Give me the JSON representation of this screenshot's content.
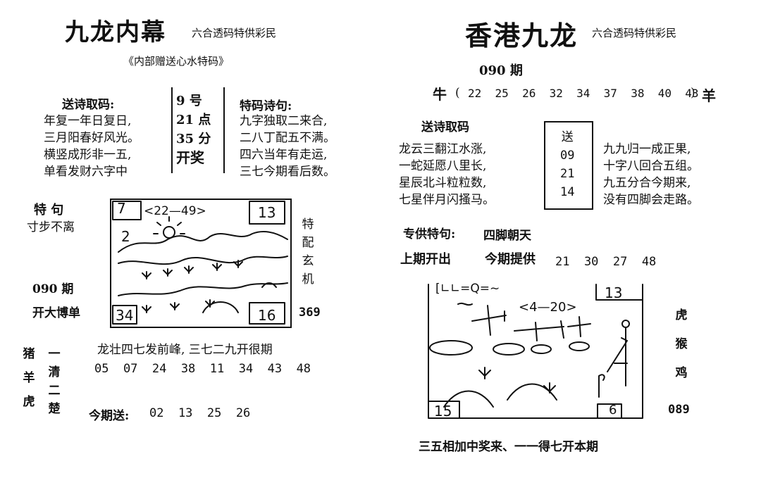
{
  "left": {
    "title": "九龙内幕",
    "tagline": "六合透码特供彩民",
    "subtitle": "《内部赠送心水特码》",
    "poem_heading": "送诗取码:",
    "poem_lines": [
      "年复一年日复日,",
      "三月阳春好风光。",
      "横竖成形非一五,",
      "单看发财六字中"
    ],
    "draw_time": [
      "9 号",
      "21 点",
      "35 分",
      "开奖"
    ],
    "special_heading": "特码诗句:",
    "special_lines": [
      "九字独取二来合,",
      "二八丁配五不满。",
      "四六当年有走运,",
      "三七今期看后数。"
    ],
    "te_ju": "特   句",
    "te_ju_text": "寸步不离",
    "period": "090 期",
    "open_big": "开大博单",
    "vertical_label": [
      "特",
      "配",
      "玄",
      "机"
    ],
    "vertical_number": "369",
    "sketch": {
      "corner_tl": "7",
      "top_text": "<22—49>",
      "num_2": "2",
      "corner_tr": "13",
      "corner_bl": "34",
      "corner_br": "16"
    },
    "zodiacs": [
      "猪",
      "羊",
      "虎"
    ],
    "qing_chu": [
      "一",
      "清",
      "二",
      "楚"
    ],
    "phrase": "龙壮四七发前峰, 三七二九开很期",
    "numbers": "05  07  24  38  11  34  43  48",
    "today_label": "今期送:",
    "today_numbers": "02  13  25  26"
  },
  "right": {
    "title": "香港九龙",
    "tagline": "六合透码特供彩民",
    "period": "090 期",
    "niu": "牛",
    "paren_open": "(",
    "numbers": "22  25  26  32  34  37  38  40  43",
    "paren_close": ")",
    "yang": "羊",
    "poem_heading": "送诗取码",
    "poem_lines": [
      "龙云三翻江水涨,",
      "一蛇延愿八里长,",
      "星辰北斗粒粒数,",
      "七星伴月闪搔马。"
    ],
    "send_numbers": [
      "送",
      "09",
      "21",
      "14"
    ],
    "right_lines": [
      "九九归一成正果,",
      "十字八回合五组。",
      "九五分合今期来,",
      "没有四脚会走路。"
    ],
    "special_label": "专供特句:",
    "special_value": "四脚朝天",
    "last_label": "上期开出",
    "provide_label": "今期提供",
    "provide_numbers": "21  30  27  48",
    "sketch": {
      "top_left_scribble": "[∟∟=Q=~",
      "top_text": "<4—20>",
      "corner_tr": "13",
      "corner_bl": "15",
      "corner_br": "6"
    },
    "side_zodiacs": [
      "虎",
      "猴",
      "鸡"
    ],
    "side_number": "089",
    "bottom_phrase": "三五相加中奖来、一一得七开本期"
  }
}
